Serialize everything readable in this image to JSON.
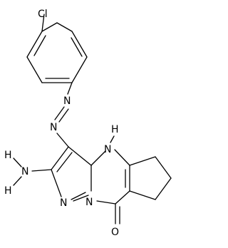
{
  "molecule": {
    "atoms": {
      "chlorine": "Cl",
      "azo_n_upper": "N",
      "azo_n_lower": "N",
      "nh_n": "N",
      "nh_h": "H",
      "amine_n": "N",
      "amine_h_upper": "H",
      "amine_h_lower": "H",
      "pyrazole_n": "N",
      "bridge_n": "N",
      "carbonyl_o": "O"
    }
  }
}
